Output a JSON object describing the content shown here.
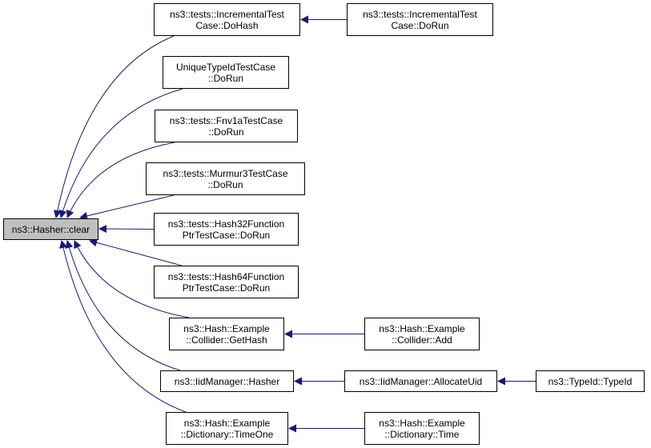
{
  "graph": {
    "type": "doxygen-caller-graph",
    "edge_color": "#191970",
    "root_fill": "#bfbfbf",
    "nodes": [
      {
        "id": "root",
        "label": "ns3::Hasher::clear",
        "root": true
      },
      {
        "id": "incr-dohash",
        "label": "ns3::tests::IncrementalTest\nCase::DoHash"
      },
      {
        "id": "incr-dorun",
        "label": "ns3::tests::IncrementalTest\nCase::DoRun"
      },
      {
        "id": "unique-dorun",
        "label": "UniqueTypeIdTestCase\n::DoRun"
      },
      {
        "id": "fnv-dorun",
        "label": "ns3::tests::Fnv1aTestCase\n::DoRun"
      },
      {
        "id": "murmur-dorun",
        "label": "ns3::tests::Murmur3TestCase\n::DoRun"
      },
      {
        "id": "h32-dorun",
        "label": "ns3::tests::Hash32Function\nPtrTestCase::DoRun"
      },
      {
        "id": "h64-dorun",
        "label": "ns3::tests::Hash64Function\nPtrTestCase::DoRun"
      },
      {
        "id": "collider-gethash",
        "label": "ns3::Hash::Example\n::Collider::GetHash"
      },
      {
        "id": "collider-add",
        "label": "ns3::Hash::Example\n::Collider::Add"
      },
      {
        "id": "iid-hasher",
        "label": "ns3::IidManager::Hasher"
      },
      {
        "id": "iid-allocate",
        "label": "ns3::IidManager::AllocateUid"
      },
      {
        "id": "typeid-typeid",
        "label": "ns3::TypeId::TypeId"
      },
      {
        "id": "dict-timeone",
        "label": "ns3::Hash::Example\n::Dictionary::TimeOne"
      },
      {
        "id": "dict-time",
        "label": "ns3::Hash::Example\n::Dictionary::Time"
      }
    ],
    "edges": [
      {
        "from": "incr-dohash",
        "to": "root"
      },
      {
        "from": "unique-dorun",
        "to": "root"
      },
      {
        "from": "fnv-dorun",
        "to": "root"
      },
      {
        "from": "murmur-dorun",
        "to": "root"
      },
      {
        "from": "h32-dorun",
        "to": "root"
      },
      {
        "from": "h64-dorun",
        "to": "root"
      },
      {
        "from": "collider-gethash",
        "to": "root"
      },
      {
        "from": "iid-hasher",
        "to": "root"
      },
      {
        "from": "dict-timeone",
        "to": "root"
      },
      {
        "from": "incr-dorun",
        "to": "incr-dohash"
      },
      {
        "from": "collider-add",
        "to": "collider-gethash"
      },
      {
        "from": "iid-allocate",
        "to": "iid-hasher"
      },
      {
        "from": "typeid-typeid",
        "to": "iid-allocate"
      },
      {
        "from": "dict-time",
        "to": "dict-timeone"
      }
    ]
  }
}
